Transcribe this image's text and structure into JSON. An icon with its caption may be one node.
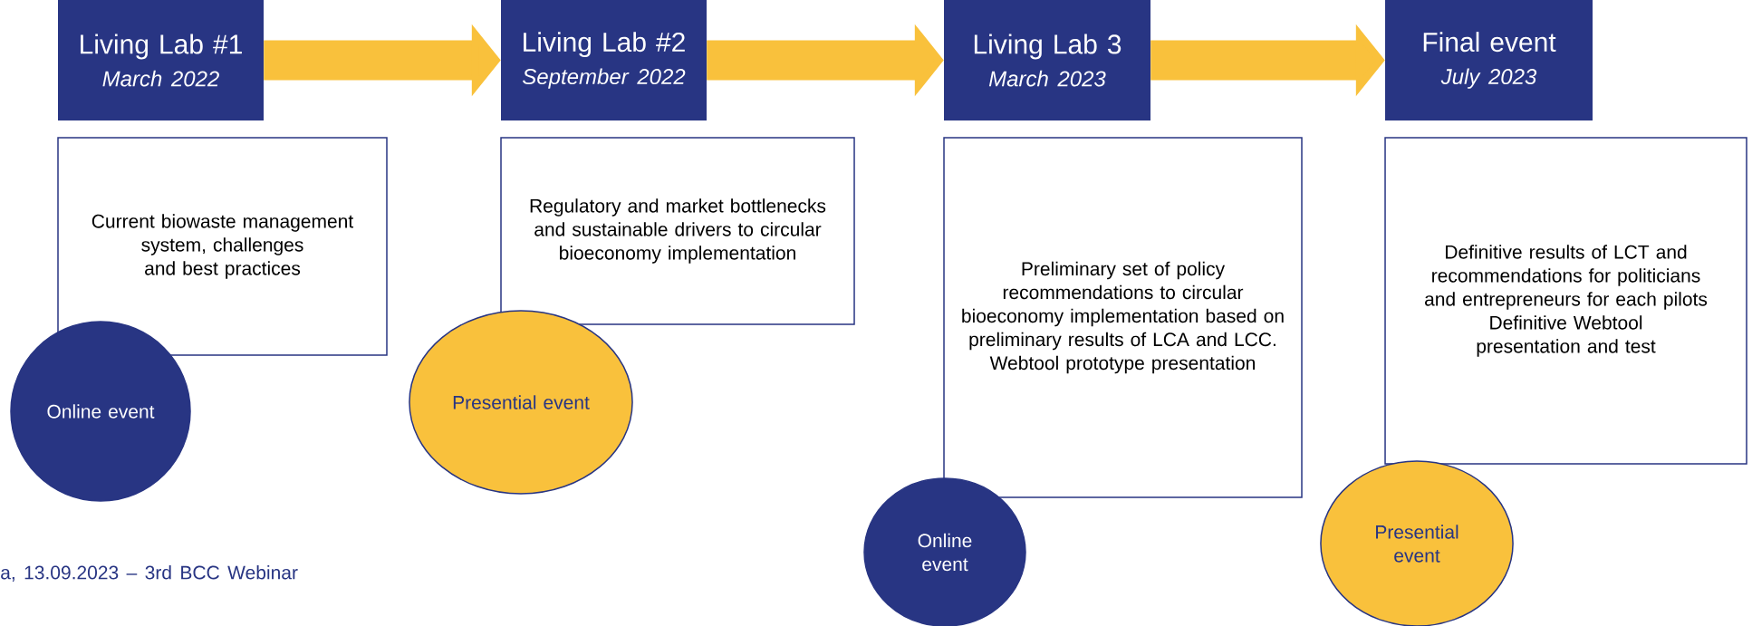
{
  "diagram": {
    "nodes": [
      {
        "text": [
          "Living Lab #1",
          "March 2022"
        ]
      },
      {
        "text": [
          "Current biowaste management system, challenges and best practices"
        ]
      },
      {
        "text": [
          "Online event"
        ]
      },
      {
        "text": [
          "Living Lab #2",
          "September 2022"
        ]
      },
      {
        "text": [
          "Regulatory and market bottlenecks and sustainable drivers to circular bioeconomy implementation"
        ]
      },
      {
        "text": [
          "Presential event"
        ]
      },
      {
        "text": [
          "Living Lab 3",
          "March 2023"
        ]
      },
      {
        "text": [
          "Preliminary set of policy recommendations to circular bioeconomy implementation based on preliminary results of LCA and LCC.",
          "Webtool prototype presentation"
        ]
      },
      {
        "text": [
          "Online event"
        ]
      },
      {
        "text": [
          "Final event",
          "July 2023"
        ]
      },
      {
        "text": [
          "Definitive results of LCT and recommendations for politicians and entrepreneurs for each pilots",
          "Definitive Webtool presentation and test"
        ]
      },
      {
        "text": [
          "Presential event"
        ]
      }
    ],
    "edges": [
      {
        "from": 0,
        "to": 3,
        "arrow": "to"
      },
      {
        "from": 3,
        "to": 6,
        "arrow": "to"
      },
      {
        "from": 6,
        "to": 9,
        "arrow": "to"
      }
    ],
    "labels": [
      "a, 13.09.2023 – 3rd BCC Webinar"
    ]
  }
}
